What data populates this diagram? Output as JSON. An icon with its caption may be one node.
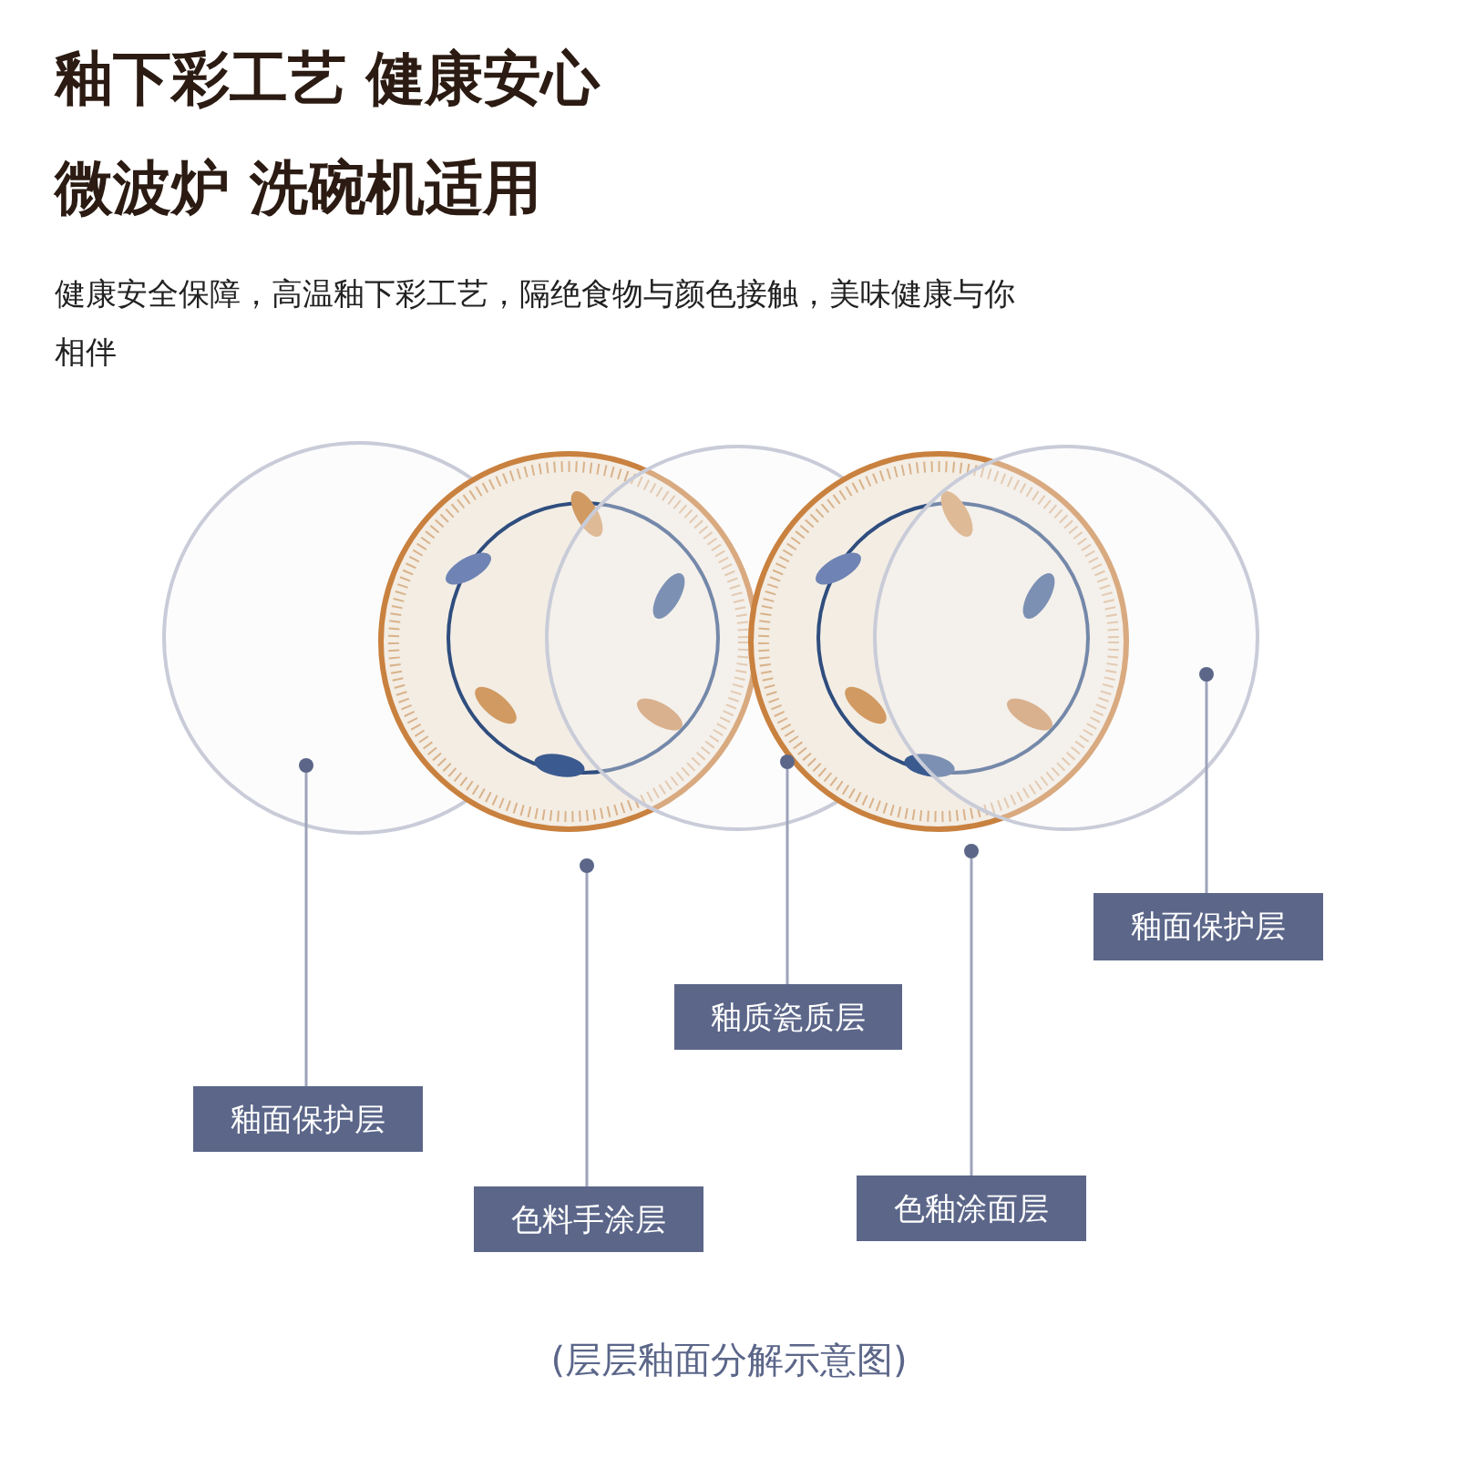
{
  "diagram": {
    "title": "釉下彩工艺 健康安心",
    "caption": "(层层釉面分解示意图)",
    "nodes": [
      {
        "text": [],
        "shape": "circle"
      },
      {
        "text": [],
        "shape": "picture"
      },
      {
        "text": [],
        "shape": "circle"
      },
      {
        "text": [],
        "shape": "picture"
      },
      {
        "text": [],
        "shape": "circle"
      },
      {
        "text": [
          "釉面保护层"
        ]
      },
      {
        "text": [
          "釉质瓷质层"
        ]
      },
      {
        "text": [
          "釉面保护层"
        ]
      },
      {
        "text": [
          "色料手涂层"
        ]
      },
      {
        "text": [
          "色釉涂面层"
        ]
      }
    ],
    "edges": [
      {
        "from": 5,
        "to": 4,
        "arrow": "other"
      },
      {
        "from": 6,
        "to": 2,
        "arrow": "other"
      },
      {
        "from": 7,
        "to": 0,
        "arrow": "other"
      },
      {
        "from": 8,
        "to": 1,
        "arrow": "other"
      },
      {
        "from": 9,
        "to": 3,
        "arrow": "other"
      }
    ],
    "labels": [
      "微波炉 洗碗机适用",
      "健康安全保障，高温釉下彩工艺，隔绝食物与颜色接触，美味健康与你相伴"
    ]
  }
}
